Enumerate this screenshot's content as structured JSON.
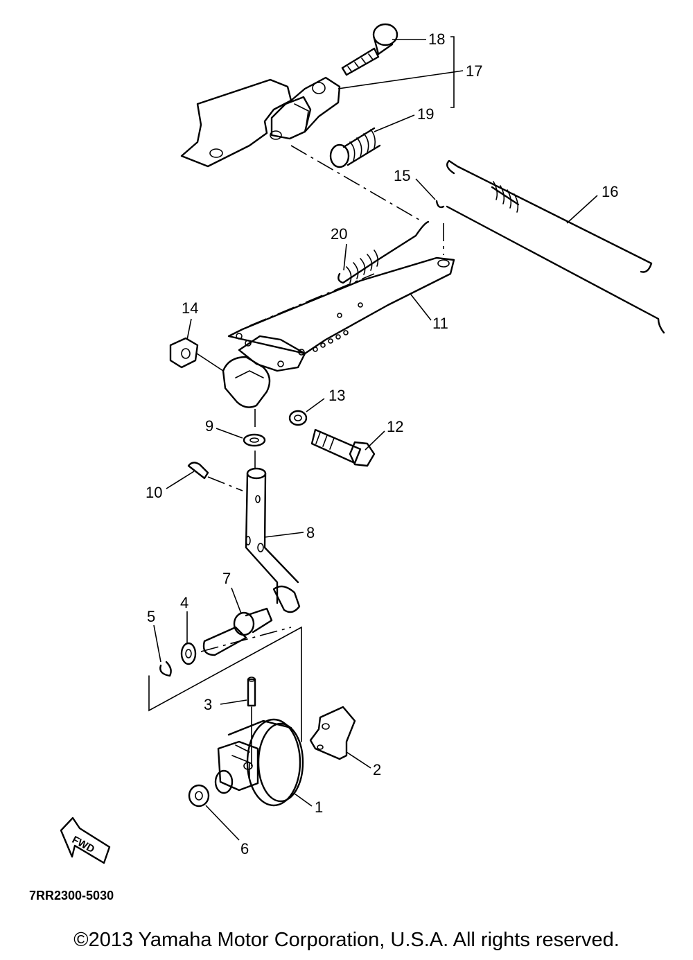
{
  "diagram_code": "7RR2300-5030",
  "fwd_label": "FWD",
  "copyright": "©2013 Yamaha Motor Corporation, U.S.A. All rights reserved.",
  "callouts": [
    "1",
    "2",
    "3",
    "4",
    "5",
    "6",
    "7",
    "8",
    "9",
    "10",
    "11",
    "12",
    "13",
    "14",
    "15",
    "16",
    "17",
    "18",
    "19",
    "20"
  ]
}
